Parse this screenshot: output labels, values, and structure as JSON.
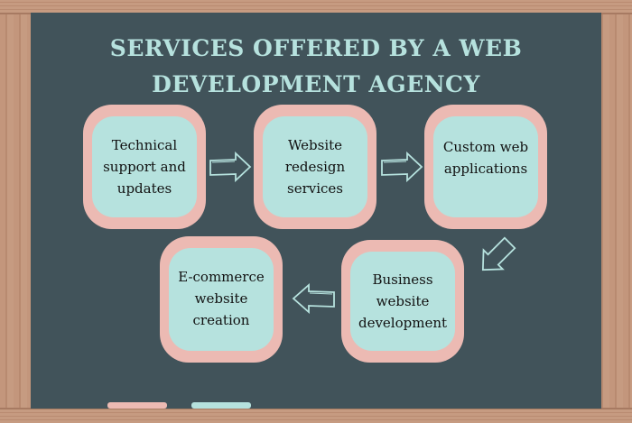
{
  "title": "SERVICES OFFERED BY A WEB DEVELOPMENT AGENCY",
  "steps": [
    {
      "label": "Technical support and updates"
    },
    {
      "label": "Website redesign services"
    },
    {
      "label": "Custom web applications"
    },
    {
      "label": "Business website development"
    },
    {
      "label": "E-commerce website creation"
    }
  ],
  "colors": {
    "board": "#41535a",
    "box_outer": "#ecbab3",
    "box_inner": "#b6e2de",
    "title": "#b6e2de",
    "wood": "#c3967c"
  }
}
